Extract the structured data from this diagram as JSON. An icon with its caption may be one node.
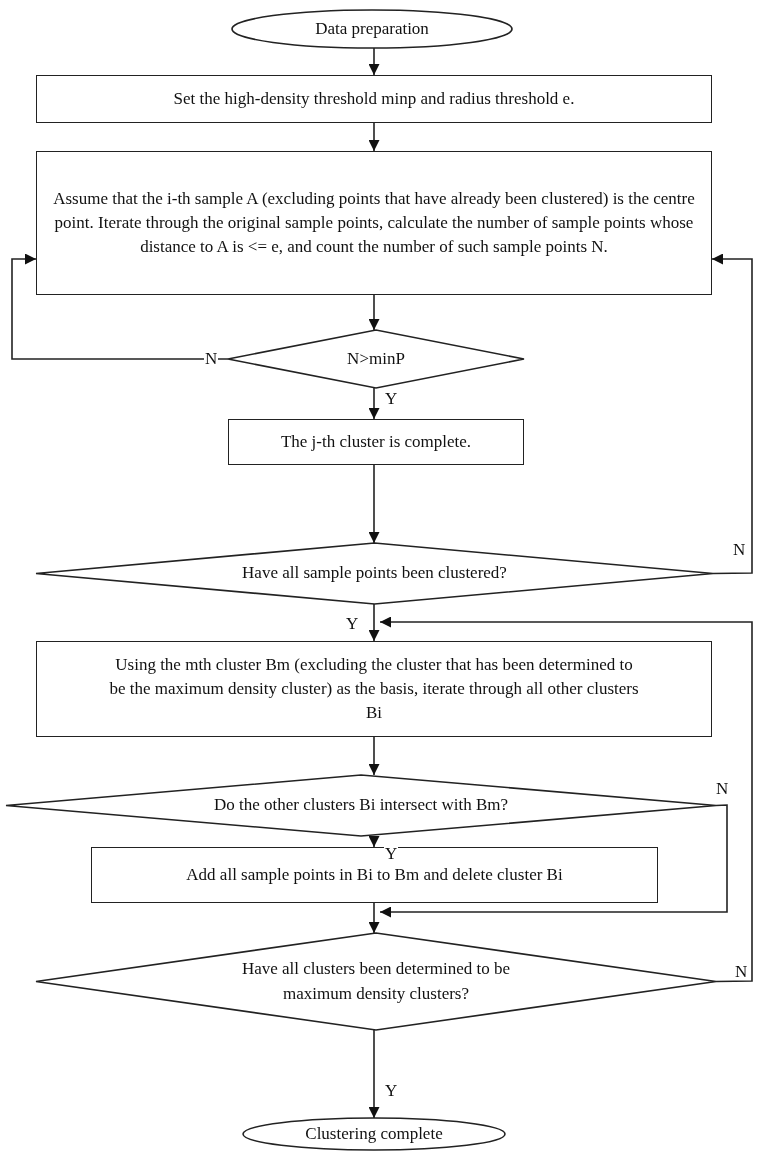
{
  "diagram": {
    "nodes": [
      {
        "text": [
          "Data preparation"
        ]
      },
      {
        "text": [
          "Set the high-density threshold minp and radius threshold e."
        ]
      },
      {
        "text": [
          "Assume that the i-th sample A (excluding points that have already been clustered) is the centre point. Iterate through the original sample points, calculate the number of sample points whose distance to A is <= e, and count the number of such sample points N."
        ]
      },
      {
        "text": [
          "N>minP"
        ]
      },
      {
        "text": [
          "The j-th cluster is complete."
        ]
      },
      {
        "text": [
          "Have all sample points been clustered?"
        ]
      },
      {
        "text": [
          "Using the mth cluster Bm (excluding the cluster that has been determined to be the maximum density cluster) as the basis, iterate through all other clusters Bi"
        ]
      },
      {
        "text": [
          "Do the other clusters Bi intersect with Bm?"
        ]
      },
      {
        "text": [
          "Add all sample points in Bi to Bm and delete cluster Bi"
        ]
      },
      {
        "text": [
          "Have all clusters been determined to be maximum density clusters?"
        ]
      },
      {
        "text": [
          "Clustering complete"
        ]
      }
    ],
    "edges": [
      {
        "from": 0,
        "to": 1,
        "arrow": "to"
      },
      {
        "from": 1,
        "to": 2,
        "arrow": "to"
      },
      {
        "from": 2,
        "to": 3,
        "arrow": "to"
      },
      {
        "from": 3,
        "to": 2,
        "arrow": "to",
        "label": "N"
      },
      {
        "from": 3,
        "to": 4,
        "arrow": "to",
        "label": "Y"
      },
      {
        "from": 4,
        "to": 5,
        "arrow": "to"
      },
      {
        "from": 5,
        "to": 6,
        "arrow": "to",
        "label": "Y"
      },
      {
        "from": 5,
        "to": 2,
        "arrow": "to",
        "label": "N"
      },
      {
        "from": 6,
        "to": 7,
        "arrow": "to"
      },
      {
        "from": 7,
        "to": 8,
        "arrow": "to",
        "label": "Y"
      },
      {
        "from": 7,
        "to": 9,
        "arrow": "to",
        "label": "N"
      },
      {
        "from": 8,
        "to": 9,
        "arrow": "to"
      },
      {
        "from": 9,
        "to": 6,
        "arrow": "to",
        "label": "N"
      },
      {
        "from": 9,
        "to": 10,
        "arrow": "to",
        "label": "Y"
      }
    ]
  }
}
